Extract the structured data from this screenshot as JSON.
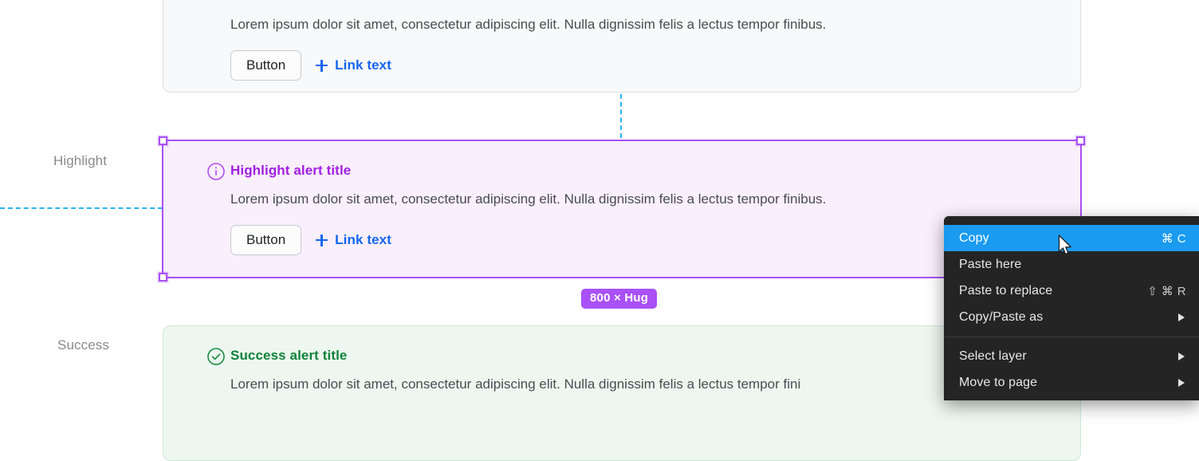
{
  "guides": {
    "horizontal_color": "#2bb3f5",
    "vertical_color": "#2bb3f5"
  },
  "row_labels": {
    "highlight": "Highlight",
    "success": "Success"
  },
  "alerts": [
    {
      "variant": "neutral",
      "title": "",
      "body": "Lorem ipsum dolor sit amet, consectetur adipiscing elit. Nulla dignissim felis a lectus tempor finibus.",
      "button_label": "Button",
      "link_label": "Link text",
      "bg": "#f8f9fa",
      "border": "#dcdde0"
    },
    {
      "variant": "highlight",
      "icon": "info-circle-icon",
      "title": "Highlight alert title",
      "body": "Lorem ipsum dolor sit amet, consectetur adipiscing elit. Nulla dignissim felis a lectus tempor finibus.",
      "button_label": "Button",
      "link_label": "Link text",
      "bg": "#f9effd",
      "title_color": "#a21ee0"
    },
    {
      "variant": "success",
      "icon": "check-circle-icon",
      "title": "Success alert title",
      "body": "Lorem ipsum dolor sit amet, consectetur adipiscing elit. Nulla dignissim felis a lectus tempor fini",
      "bg": "#edf7ef",
      "title_color": "#11823b"
    }
  ],
  "selection": {
    "size_badge": "800 × Hug",
    "accent_color": "#a950f7"
  },
  "context_menu": {
    "bg": "#242424",
    "highlight_color": "#1a9bf0",
    "items": [
      {
        "label": "Copy",
        "shortcut": "⌘ C",
        "selected": true,
        "submenu": false
      },
      {
        "label": "Paste here",
        "shortcut": "",
        "selected": false,
        "submenu": false
      },
      {
        "label": "Paste to replace",
        "shortcut": "⇧ ⌘ R",
        "selected": false,
        "submenu": false
      },
      {
        "label": "Copy/Paste as",
        "shortcut": "",
        "selected": false,
        "submenu": true
      }
    ],
    "items_group2": [
      {
        "label": "Select layer",
        "shortcut": "",
        "selected": false,
        "submenu": true
      },
      {
        "label": "Move to page",
        "shortcut": "",
        "selected": false,
        "submenu": true
      }
    ]
  }
}
